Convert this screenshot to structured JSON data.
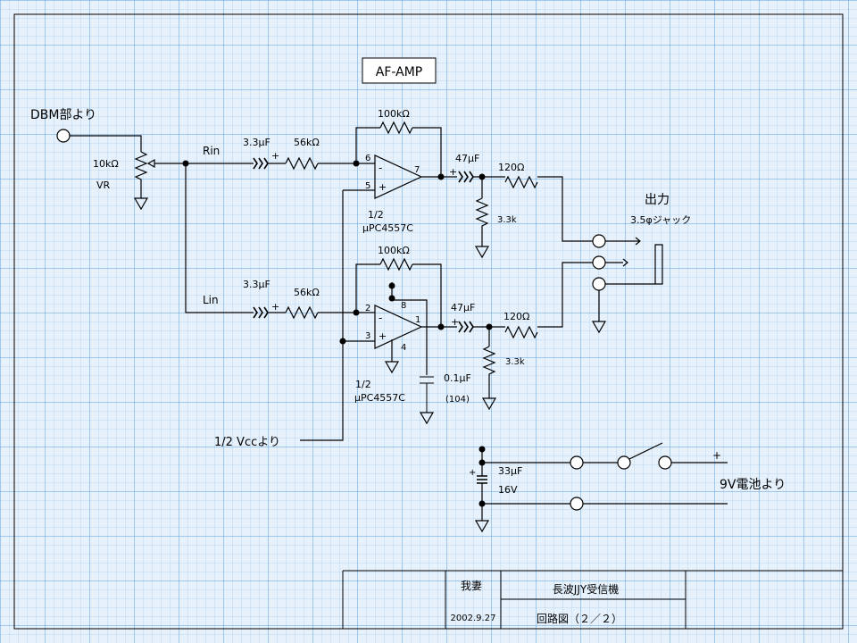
{
  "title": "AF-AMP",
  "inputs": {
    "dbm": "DBM部より",
    "rin": "Rin",
    "lin": "Lin",
    "vcc": "1/2 Vccより"
  },
  "vr": {
    "value": "10kΩ",
    "name": "VR"
  },
  "upper": {
    "cap_in": "3.3μF",
    "r_in": "56kΩ",
    "r_fb": "100kΩ",
    "pin_minus": "6",
    "pin_plus": "5",
    "pin_out": "7",
    "ic_frac": "1/2",
    "ic_name": "μPC4557C",
    "cap_out": "47μF",
    "r_load": "3.3k",
    "r_out": "120Ω"
  },
  "lower": {
    "cap_in": "3.3μF",
    "r_in": "56kΩ",
    "r_fb": "100kΩ",
    "pin_minus": "2",
    "pin_plus": "3",
    "pin_out": "1",
    "pin_vcc": "8",
    "pin_gnd": "4",
    "ic_frac": "1/2",
    "ic_name": "μPC4557C",
    "cap_out": "47μF",
    "r_load": "3.3k",
    "r_out": "120Ω",
    "cap_bypass": "0.1μF",
    "cap_bypass_code": "(104)"
  },
  "output": {
    "title": "出力",
    "jack": "3.5φジャック"
  },
  "power": {
    "cap": "33μF",
    "cap_v": "16V",
    "plus": "+",
    "source": "9V電池より"
  },
  "title_block": {
    "author": "我妻",
    "date": "2002.9.27",
    "project": "長波JJY受信機",
    "sheet": "回路図（２／２）"
  },
  "signs": {
    "plus": "+",
    "minus": "-"
  }
}
